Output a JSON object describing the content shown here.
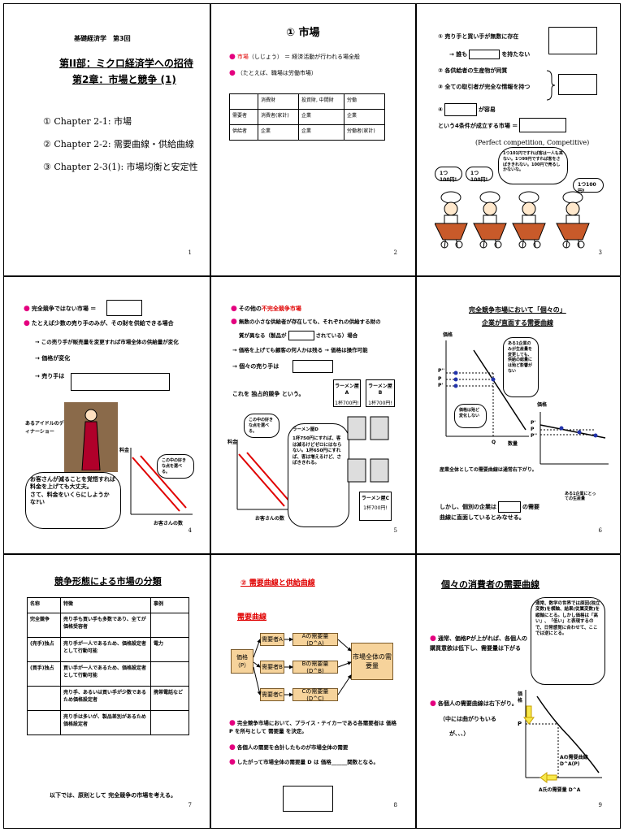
{
  "s1": {
    "course": "基礎経済学　第3回",
    "part": "第II部：ミクロ経済学への招待",
    "chapter": "第2章：市場と競争 (1)",
    "items": [
      "① Chapter 2-1: 市場",
      "② Chapter 2-2: 需要曲線・供給曲線",
      "③ Chapter 2-3(1): 市場均衡と安定性"
    ],
    "page": "1"
  },
  "s2": {
    "title": "① 市場",
    "bullet1_term": "市場",
    "bullet1_rest": "（しじょう） ＝ 経済活動が行われる場全般",
    "bullet2": "（たとえば、職場は労働市場）",
    "table": [
      [
        "",
        "消費財",
        "投資財, 中間財",
        "労働"
      ],
      [
        "需要者",
        "消費者(家計)",
        "企業",
        "企業"
      ],
      [
        "供給者",
        "企業",
        "企業",
        "労働者(家計)"
      ]
    ],
    "page": "2"
  },
  "s3": {
    "c1": "① 売り手と買い手が無数に存在",
    "c1b_pre": "→ 誰も",
    "c1b_post": "を持たない",
    "c2": "② 各供給者の生産物が同質",
    "c3": "③ 全ての取引者が完全な情報を持つ",
    "c4_pre": "④",
    "c4_post": "が容易",
    "cond": "という4条件が成立する市場 ＝",
    "eng": "(Perfect competition, Competitive)",
    "bubble_big": "1つ101円ですれば客は一人も来ない。1つ99円ですれば客をさばききれない。100円で売るしかないな。",
    "bubble_a": "1つ100円!",
    "bubble_b": "1つ100円!",
    "bubble_c": "1つ100円!",
    "page": "3"
  },
  "s4": {
    "l1": "完全競争ではない市場 ＝",
    "l2": "たとえば少数の売り手のみが、その財を供給できる場合",
    "l3": "→ この売り手が販売量を変更すれば市場全体の供給量が変化",
    "l4": "→ 価格が変化",
    "l5": "→ 売り手は",
    "idol": "あるアイドルのディナーショー",
    "talk1": "お客さんが減ることを覚悟すれば",
    "talk2": "料金を上げても大丈夫。",
    "talk3": "さて、料金をいくらにしようかな?い",
    "graph_y": "料金",
    "graph_x": "お客さんの数",
    "bubble": "この中の好きな点を選べる。",
    "page": "4"
  },
  "s5": {
    "l1_pre": "その他の",
    "l1_red": "不完全競争市場",
    "l2": "無数の小さな供給者が存在しても、それぞれの供給する財の",
    "l3_pre": "質が異なる（製品が",
    "l3_post": "されている）場合",
    "l4": "→ 価格を上げても顧客の何人かは残る → 価格は操作可能",
    "l5": "→ 個々の売り手は",
    "l6": "これを 独占的競争 という。",
    "graph_y": "料金",
    "graph_x": "お客さんの数",
    "bubble1": "この中の好きな点を選べる。",
    "bubble2_title": "ラーメン屋D",
    "bubble2_text": "1杯750円にすれば、客は減るけどゼロにはならない。1杯650円にすれば、客は増えるけど、さばききれる。",
    "ramen_a": "ラーメン屋A",
    "ramen_a_price": "1杯700円!",
    "ramen_b": "ラーメン屋B",
    "ramen_b_price": "1杯700円!",
    "ramen_c": "ラーメン屋C",
    "ramen_c_price": "1杯700円!",
    "page": "5"
  },
  "s6": {
    "title1": "完全競争市場において「個々の」",
    "title2": "企業が直面する需要曲線",
    "axis_y": "価格",
    "axis_x": "数量",
    "p_labels": [
      "P''",
      "P",
      "P'"
    ],
    "q_label": "Q",
    "note1": "ある1企業のみが生産量を変更しても、供給の総量には殆ど影響がない",
    "note2": "価格は殆ど変化しない",
    "caption": "産業全体としての需要曲線は通常右下がり。",
    "axis_y2": "価格",
    "p_labels2": [
      "P'",
      "P",
      "P''"
    ],
    "bottom1_pre": "しかし、個別の企業は",
    "bottom1_post": "の需要",
    "bottom2": "曲線に直面しているとみなせる。",
    "axis_x2": "ある1企業にとっての生産量",
    "page": "6"
  },
  "s7": {
    "title": "競争形態による市場の分類",
    "headers": [
      "名称",
      "特徴",
      "事例"
    ],
    "rows": [
      [
        "完全競争",
        "売り手も買い手も多数であり、全てが価格受容者",
        ""
      ],
      [
        "(売手)独占",
        "売り手が一人であるため、価格設定者として行動可能",
        "電力"
      ],
      [
        "(買手)独占",
        "買い手が一人であるため、価格設定者として行動可能",
        ""
      ],
      [
        "",
        "売り手、あるいは買い手が少数であるため価格設定者",
        "携帯電話など"
      ],
      [
        "",
        "売り手は多いが、製品差別があるため価格設定者",
        ""
      ]
    ],
    "footer": "以下では、原則として 完全競争の市場を考える。",
    "page": "7"
  },
  "s8": {
    "title": "② 需要曲線と供給曲線",
    "subtitle": "需要曲線",
    "price": "価格（P）",
    "buyers": [
      "需要者A",
      "需要者B",
      "需要者C"
    ],
    "demands": [
      "Aの需要量 (D^A)",
      "Bの需要量 (D^B)",
      "Cの需要量 (D^C)"
    ],
    "market": "市場全体の需要量",
    "b1": "完全競争市場において、プライス・テイカーである各需要者は 価格P を所与として 需要量 を決定。",
    "b2": "各個人の需要を合計したものが市場全体の需要",
    "b3": "したがって市場全体の需要量 D は 価格______関数となる。",
    "page": "8"
  },
  "s9": {
    "title": "個々の消費者の需要曲線",
    "note": "通常、数学の世界では原因(独立変数)を横軸、結果(従属変数)を縦軸にとる。しかし価格は「高い」、「低い」と表現するので、日常感覚に合わせて、ここでは逆にとる。",
    "b1": "通常、価格Pが上がれば、各個人の購買意欲は低下し、需要量は下がる",
    "b2": "各個人の需要曲線は右下がり。",
    "b3": "（中には曲がりもいる",
    "b4": "が、、、）",
    "axis_y": "価格",
    "axis_p": "P",
    "curve": "Aの需要曲線 D^A(P)",
    "axis_x": "A氏の需要量 D^A",
    "page": "9"
  }
}
